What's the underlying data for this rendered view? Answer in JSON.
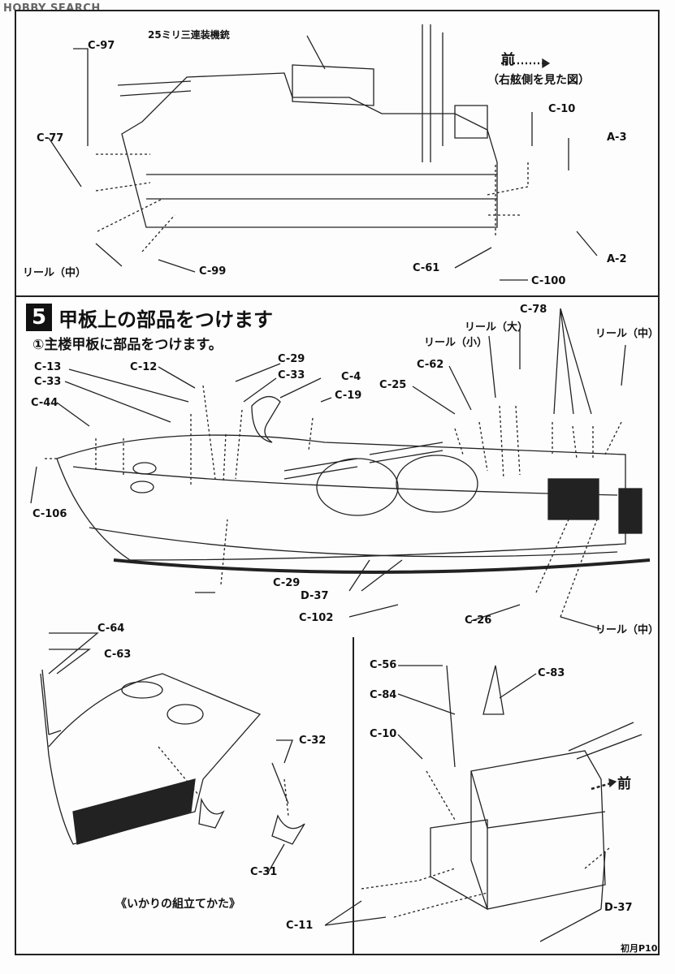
{
  "watermark": "HOBBY SEARCH",
  "top_panel": {
    "direction_label": "前",
    "view_note": "（右舷側を見た図）",
    "aa_gun_label": "25ミリ三連装機銃",
    "parts": {
      "c97": "C-97",
      "c77": "C-77",
      "reel_mid": "リール（中）",
      "c99": "C-99",
      "c10": "C-10",
      "a3": "A-3",
      "a2": "A-2",
      "c61": "C-61",
      "c100": "C-100"
    }
  },
  "step": {
    "number": "5",
    "title": "甲板上の部品をつけます",
    "subtitle": "①主楼甲板に部品をつけます。"
  },
  "middle_panel": {
    "parts": {
      "c78": "C-78",
      "reel_large": "リール（大）",
      "reel_small": "リール（小）",
      "reel_mid_a": "リール（中）",
      "c13": "C-13",
      "c12": "C-12",
      "c29a": "C-29",
      "c33a": "C-33",
      "c33b": "C-33",
      "c4": "C-4",
      "c19": "C-19",
      "c25": "C-25",
      "c62": "C-62",
      "c44": "C-44",
      "c106": "C-106",
      "c29b": "C-29",
      "d37a": "D-37",
      "c102": "C-102",
      "c26": "C-26",
      "reel_mid_b": "リール（中）"
    }
  },
  "bottom_left": {
    "parts": {
      "c64": "C-64",
      "c63": "C-63",
      "c32": "C-32",
      "c31": "C-31"
    },
    "caption": "《いかりの組立てかた》"
  },
  "bottom_right": {
    "direction_label": "前",
    "parts": {
      "c56": "C-56",
      "c83": "C-83",
      "c84": "C-84",
      "c10": "C-10",
      "c11": "C-11",
      "d37": "D-37"
    }
  },
  "page_number": "初月P10",
  "colors": {
    "ink": "#111111",
    "paper": "#fdfdfd"
  }
}
